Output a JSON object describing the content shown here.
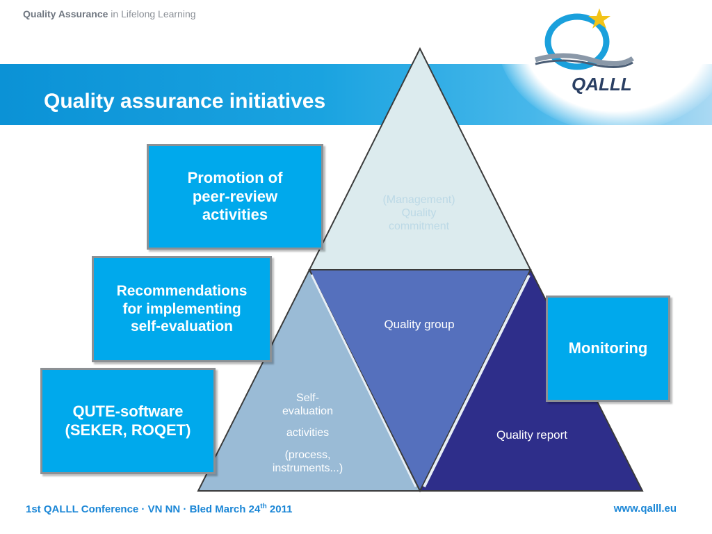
{
  "header": {
    "brand_bold": "Quality Assurance",
    "brand_rest": " in Lifelong Learning",
    "title": "Quality assurance initiatives",
    "logo_text": "QALLL"
  },
  "boxes": {
    "peer_review": [
      "Promotion of",
      "peer-review",
      "activities"
    ],
    "recommendations": [
      "Recommendations",
      "for implementing",
      "self-evaluation"
    ],
    "qute": [
      "QUTE-software",
      "(SEKER, ROQET)"
    ],
    "monitoring": "Monitoring"
  },
  "pyramid": {
    "management": [
      "(Management)",
      "Quality",
      "commitment"
    ],
    "quality_group": "Quality group",
    "quality_report": "Quality report",
    "self_evaluation": {
      "line1": [
        "Self-",
        "evaluation"
      ],
      "line2": "activities",
      "line3": [
        "(process,",
        "instruments...)"
      ]
    }
  },
  "colors": {
    "accent": "#00a9ec",
    "banner": "#1aa3e0",
    "top_triangle": "#dcebee",
    "middle_triangle": "#5570bd",
    "right_triangle": "#2e2e8a",
    "left_triangle": "#9abbd6",
    "footer_text": "#1a86d6"
  },
  "footer": {
    "left_main": "1st QALLL Conference ·  VN NN · Bled March 24",
    "left_sup": "th",
    "left_year": " 2011",
    "right": "www.qalll.eu"
  }
}
